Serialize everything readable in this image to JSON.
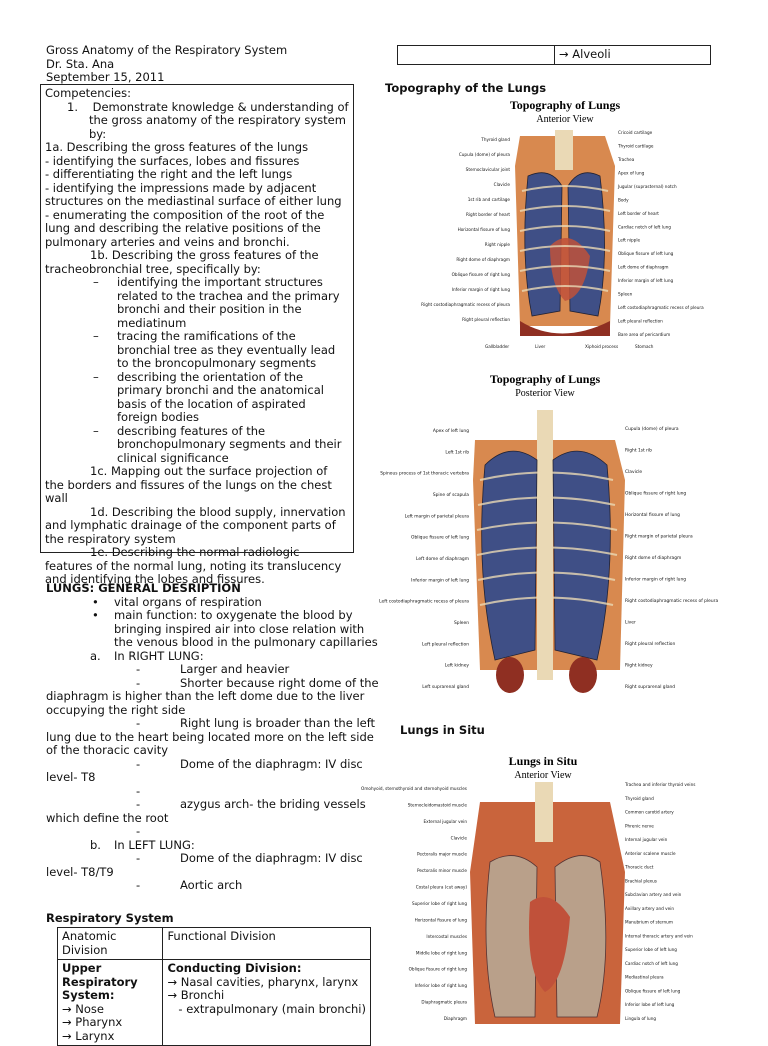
{
  "header": {
    "title": "Gross Anatomy of the Respiratory System",
    "author": "Dr. Sta. Ana",
    "date": "September 15, 2011"
  },
  "competencies": {
    "heading": "Competencies:",
    "item1_num": "1.",
    "item1_text": "Demonstrate knowledge & understanding of the gross anatomy of the respiratory system by:",
    "p1a": "1a. Describing the gross features of the lungs",
    "p1a_l1": "- identifying the surfaces, lobes and fissures",
    "p1a_l2": "- differentiating the right and the left lungs",
    "p1a_l3": "-  identifying the impressions made by adjacent structures on the mediastinal surface of either lung",
    "p1a_l4": "- enumerating the composition of the root of the lung and describing the relative positions of the pulmonary arteries and veins and bronchi.",
    "p1b": "1b. Describing the gross features of the tracheobronchial tree, specifically by:",
    "dash_items": [
      "identifying the important structures related to the trachea and the primary bronchi and their position in the mediatinum",
      "tracing the ramifications of the bronchial tree as they eventually lead to the broncopulmonary segments",
      "describing the orientation of the primary bronchi and the anatomical basis of the location of aspirated foreign bodies",
      "describing features of the bronchopulmonary segments and their clinical significance"
    ],
    "dash_glyph": "–",
    "p1c": "1c. Mapping out the surface projection of the borders and fissures of the lungs on the chest wall",
    "p1d": "1d. Describing the blood supply, innervation and lymphatic drainage of the component parts of the respiratory system",
    "p1e": "1e. Describing the normal radiologic features of the normal lung, noting its translucency and identifying the lobes and fissures."
  },
  "lungs": {
    "heading": "LUNGS: GENERAL DESRIPTION",
    "bullet_glyph": "•",
    "bullets": [
      "vital organs of respiration",
      "main function: to oxygenate the blood by bringing inspired air into close relation with the venous blood in the pulmonary capillaries"
    ],
    "a_label": "a.",
    "a_text": "In RIGHT LUNG:",
    "right_items": [
      "Larger and heavier",
      "Shorter because right dome of the diaphragm is higher than the left dome due to the liver occupying the right side",
      "Right lung is broader than the left lung due to the heart being located more on the left side of the thoracic cavity",
      "Dome of the diaphragm: IV disc level- T8",
      "",
      "azygus arch- the briding vessels which define the root",
      ""
    ],
    "b_label": "b.",
    "b_text": "In LEFT LUNG:",
    "left_items": [
      "Dome of the diaphragm: IV disc level- T8/T9",
      "Aortic arch"
    ],
    "sub_dash": "-"
  },
  "resp_table": {
    "heading": "Respiratory System",
    "col1": "Anatomic Division",
    "col2": "Functional Division",
    "upper_title": "Upper Respiratory System:",
    "upper_items": [
      "→ Nose",
      "→ Pharynx",
      "→ Larynx"
    ],
    "cond_title": "Conducting Division:",
    "cond_items": [
      "→ Nasal cavities, pharynx, larynx",
      "→ Bronchi",
      "   - extrapulmonary (main bronchi)"
    ]
  },
  "top_table": {
    "cell2": "→ Alveoli"
  },
  "figures": {
    "topo_heading": "Topography of the Lungs",
    "fig1_title": "Topography of Lungs",
    "fig1_sub": "Anterior View",
    "fig2_title": "Topography of Lungs",
    "fig2_sub": "Posterior View",
    "situ_heading": "Lungs in Situ",
    "fig3_title": "Lungs in Situ",
    "fig3_sub": "Anterior View",
    "fig1_labels_left": [
      "Thyroid gland",
      "Cupula (dome) of pleura",
      "Sternoclavicular joint",
      "Clavicle",
      "1st rib and cartilage",
      "Right border of heart",
      "Horizontal fissure of lung",
      "Right nipple",
      "Right dome of diaphragm",
      "Oblique fissure of right lung",
      "Inferior margin of right lung",
      "Right costodiaphragmatic recess of pleura",
      "Right pleural reflection"
    ],
    "fig1_labels_right": [
      "Cricoid cartilage",
      "Thyroid cartilage",
      "Trachea",
      "Apex of lung",
      "Jugular (suprasternal) notch",
      "Body",
      "Left border of heart",
      "Cardiac notch of left lung",
      "Left nipple",
      "Oblique fissure of left lung",
      "Left dome of diaphragm",
      "Inferior margin of left lung",
      "Spleen",
      "Left costodiaphragmatic recess of pleura",
      "Left pleural reflection",
      "Bare area of pericardium"
    ],
    "fig1_labels_bottom": [
      "Gallbladder",
      "Liver",
      "Xiphoid process",
      "Stomach"
    ],
    "fig2_labels_left": [
      "Apex of left lung",
      "Left 1st rib",
      "Spinous process of 1st thoracic vertebra",
      "Spine of scapula",
      "Left margin of parietal pleura",
      "Oblique fissure of left lung",
      "Left dome of diaphragm",
      "Inferior margin of left lung",
      "Left costodiaphragmatic recess of pleura",
      "Spleen",
      "Left pleural reflection",
      "Left kidney",
      "Left suprarenal gland"
    ],
    "fig2_labels_right": [
      "Cupula (dome) of pleura",
      "Right 1st rib",
      "Clavicle",
      "Oblique fissure of right lung",
      "Horizontal fissure of lung",
      "Right margin of parietal pleura",
      "Right dome of diaphragm",
      "Inferior margin of right lung",
      "Right costodiaphragmatic recess of pleura",
      "Liver",
      "Right pleural reflection",
      "Right kidney",
      "Right suprarenal gland"
    ],
    "fig3_labels_left": [
      "Omohyoid, sternothyroid and sternohyoid muscles",
      "Sternocleidomastoid muscle",
      "External jugular vein",
      "Clavicle",
      "Pectoralis major muscle",
      "Pectoralis minor muscle",
      "Costal pleura (cut away)",
      "Superior lobe of right lung",
      "Horizontal fissure of lung",
      "Intercostal muscles",
      "Middle lobe of right lung",
      "Oblique fissure of right lung",
      "Inferior lobe of right lung",
      "Diaphragmatic pleura",
      "Diaphragm"
    ],
    "fig3_labels_right": [
      "Trachea and inferior thyroid veins",
      "Thyroid gland",
      "Common carotid artery",
      "Phrenic nerve",
      "Internal jugular vein",
      "Anterior scalene muscle",
      "Thoracic duct",
      "Brachial plexus",
      "Subclavian artery and vein",
      "Axillary artery and vein",
      "Manubrium of sternum",
      "Internal thoracic artery and vein",
      "Superior lobe of left lung",
      "Cardiac notch of left lung",
      "Mediastinal pleura",
      "Oblique fissure of left lung",
      "Inferior lobe of left lung",
      "Lingula of lung"
    ]
  },
  "colors": {
    "lung": "#3f4f86",
    "flesh": "#d8894f",
    "bone": "#ead9b5",
    "heart": "#c0513a",
    "liver": "#8f2f22"
  }
}
